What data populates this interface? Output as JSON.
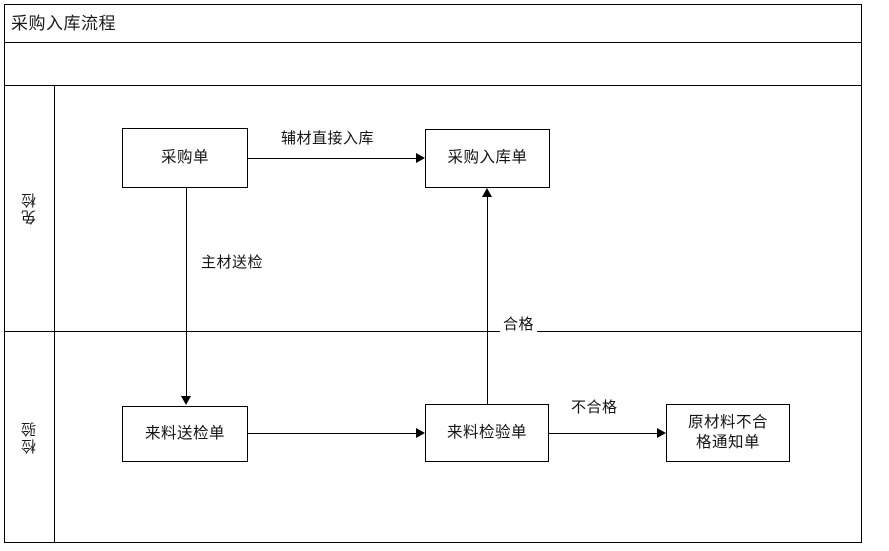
{
  "diagram": {
    "title": "采购入库流程",
    "header_row_blank": "",
    "lanes": [
      {
        "id": "lane-exempt",
        "label": "免检"
      },
      {
        "id": "lane-inspect",
        "label": "检验"
      }
    ],
    "nodes": [
      {
        "id": "purchase-order",
        "label": "采购单",
        "lane": "免检"
      },
      {
        "id": "purchase-receipt",
        "label": "采购入库单",
        "lane": "免检"
      },
      {
        "id": "incoming-inspection-req",
        "label": "来料送检单",
        "lane": "检验"
      },
      {
        "id": "incoming-inspection-sheet",
        "label": "来料检验单",
        "lane": "检验"
      },
      {
        "id": "nonconform-notice-line1",
        "label": "原材料不合",
        "lane": "检验"
      },
      {
        "id": "nonconform-notice-line2",
        "label": "格通知单",
        "lane": "检验"
      }
    ],
    "edges": [
      {
        "id": "edge-direct-receipt",
        "label": "辅材直接入库",
        "from": "采购单",
        "to": "采购入库单"
      },
      {
        "id": "edge-main-material",
        "label": "主材送检",
        "from": "采购单",
        "to": "来料送检单"
      },
      {
        "id": "edge-to-inspection",
        "label": "",
        "from": "来料送检单",
        "to": "来料检验单"
      },
      {
        "id": "edge-qualified",
        "label": "合格",
        "from": "来料检验单",
        "to": "采购入库单"
      },
      {
        "id": "edge-unqualified",
        "label": "不合格",
        "from": "来料检验单",
        "to": "原材料不合格通知单"
      }
    ],
    "colors": {
      "line": "#000000",
      "text": "#141414",
      "background": "#ffffff"
    }
  }
}
